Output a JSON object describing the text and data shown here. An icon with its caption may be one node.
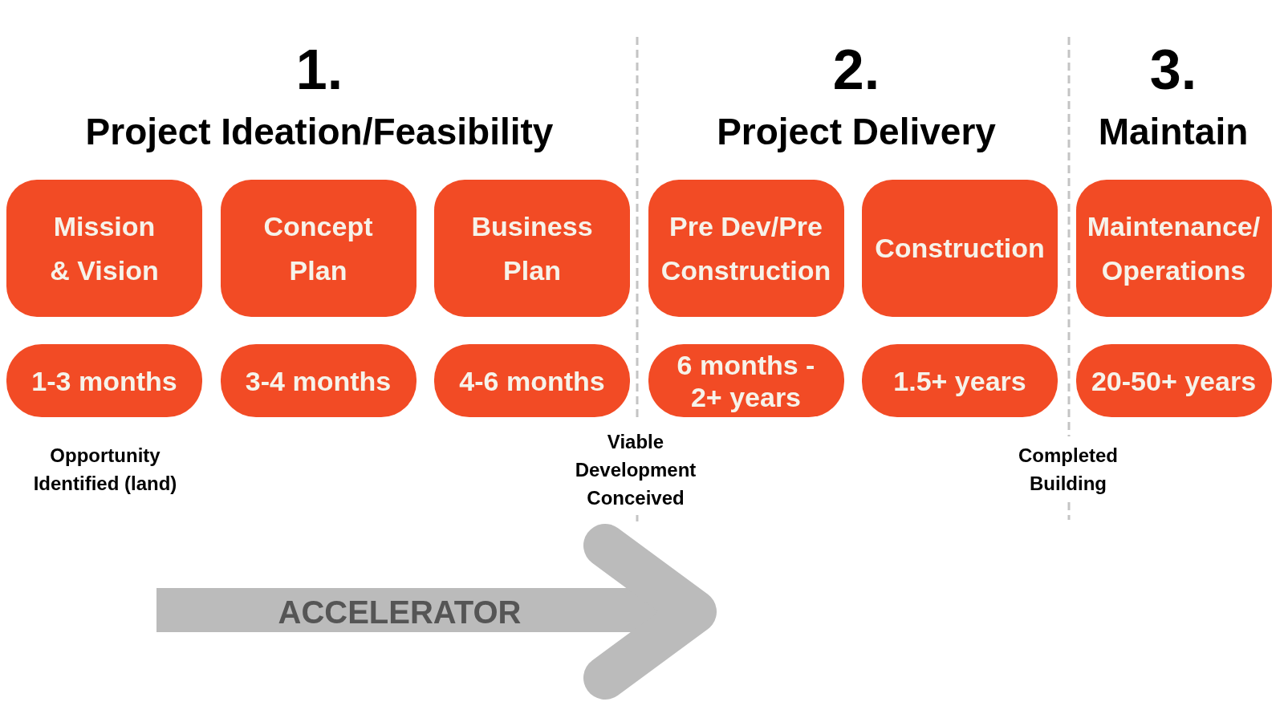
{
  "diagram": {
    "nodes": [
      {
        "text": [
          "Mission & Vision"
        ]
      },
      {
        "text": [
          "Concept Plan"
        ]
      },
      {
        "text": [
          "Business Plan"
        ]
      },
      {
        "text": [
          "Pre Dev/Pre Construction"
        ]
      },
      {
        "text": [
          "Construction"
        ]
      },
      {
        "text": [
          "Maintenance/ Operations"
        ]
      },
      {
        "text": [
          "1-3 months"
        ]
      },
      {
        "text": [
          "3-4 months"
        ]
      },
      {
        "text": [
          "4-6 months"
        ]
      },
      {
        "text": [
          "6 months - 2+ years"
        ]
      },
      {
        "text": [
          "1.5+ years"
        ]
      },
      {
        "text": [
          "20-50+ years"
        ]
      },
      {
        "text": [
          "ACCELERATOR"
        ]
      }
    ],
    "labels": [
      "1.",
      "Project Ideation/Feasibility",
      "2.",
      "Project Delivery",
      "3.",
      "Maintain",
      "Opportunity Identified (land)",
      "Viable Development Conceived",
      "Completed Building"
    ]
  }
}
